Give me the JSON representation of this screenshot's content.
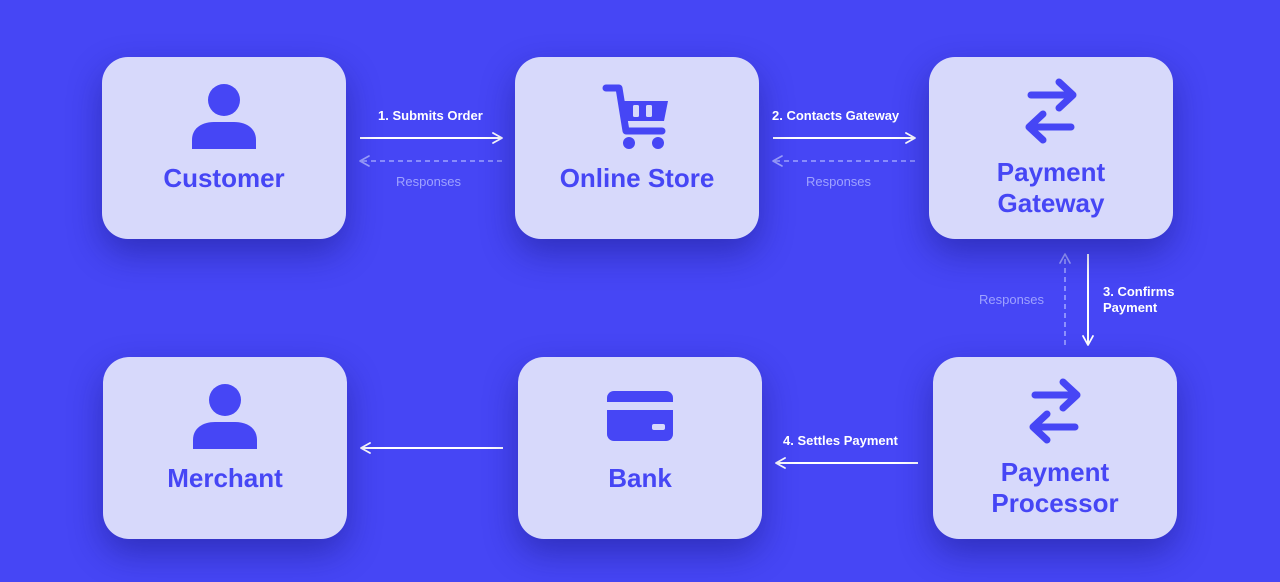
{
  "nodes": {
    "customer": {
      "label": "Customer",
      "icon": "person-icon"
    },
    "online_store": {
      "label": "Online Store",
      "icon": "shopping-cart-icon"
    },
    "payment_gateway": {
      "label_lines": [
        "Payment",
        "Gateway"
      ],
      "icon": "swap-arrows-icon"
    },
    "payment_processor": {
      "label_lines": [
        "Payment",
        "Processor"
      ],
      "icon": "swap-arrows-icon"
    },
    "bank": {
      "label": "Bank",
      "icon": "credit-card-icon"
    },
    "merchant": {
      "label": "Merchant",
      "icon": "person-icon"
    }
  },
  "edges": {
    "submits_order": "1. Submits Order",
    "contacts_gateway": "2. Contacts Gateway",
    "confirms_payment_lines": [
      "3. Confirms",
      "Payment"
    ],
    "settles_payment": "4. Settles Payment",
    "responses": [
      "Responses",
      "Responses",
      "Responses"
    ]
  },
  "colors": {
    "background": "#4646f5",
    "box": "#d7d9fb",
    "accent": "#4646f5",
    "arrow": "#ffffff",
    "response_arrow": "#9ea2ff"
  }
}
